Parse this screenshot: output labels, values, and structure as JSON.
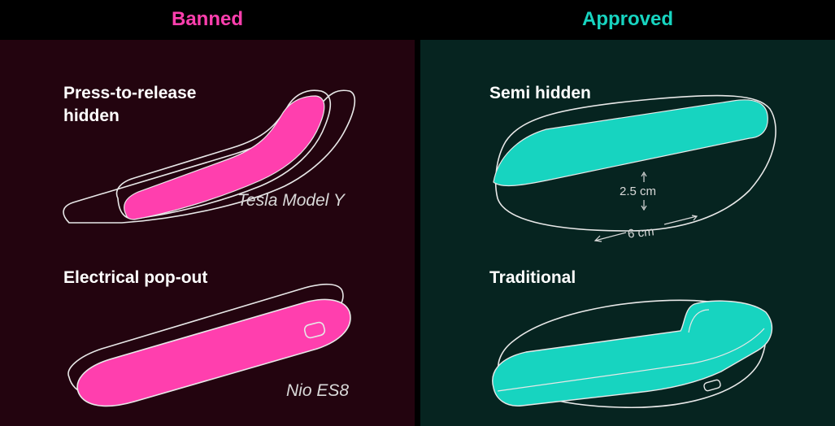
{
  "headers": {
    "banned": "Banned",
    "approved": "Approved"
  },
  "colors": {
    "banned_accent": "#ff3fae",
    "approved_accent": "#17d4c0",
    "banned_bg": "#23040f",
    "approved_bg": "#062420",
    "outline": "#e8e8e8"
  },
  "banned": {
    "items": [
      {
        "label": "Press-to-release\nhidden",
        "model": "Tesla Model Y"
      },
      {
        "label": "Electrical pop-out",
        "model": "Nio ES8"
      }
    ]
  },
  "approved": {
    "items": [
      {
        "label": "Semi hidden",
        "height": "2.5 cm",
        "width": "6 cm"
      },
      {
        "label": "Traditional"
      }
    ]
  }
}
